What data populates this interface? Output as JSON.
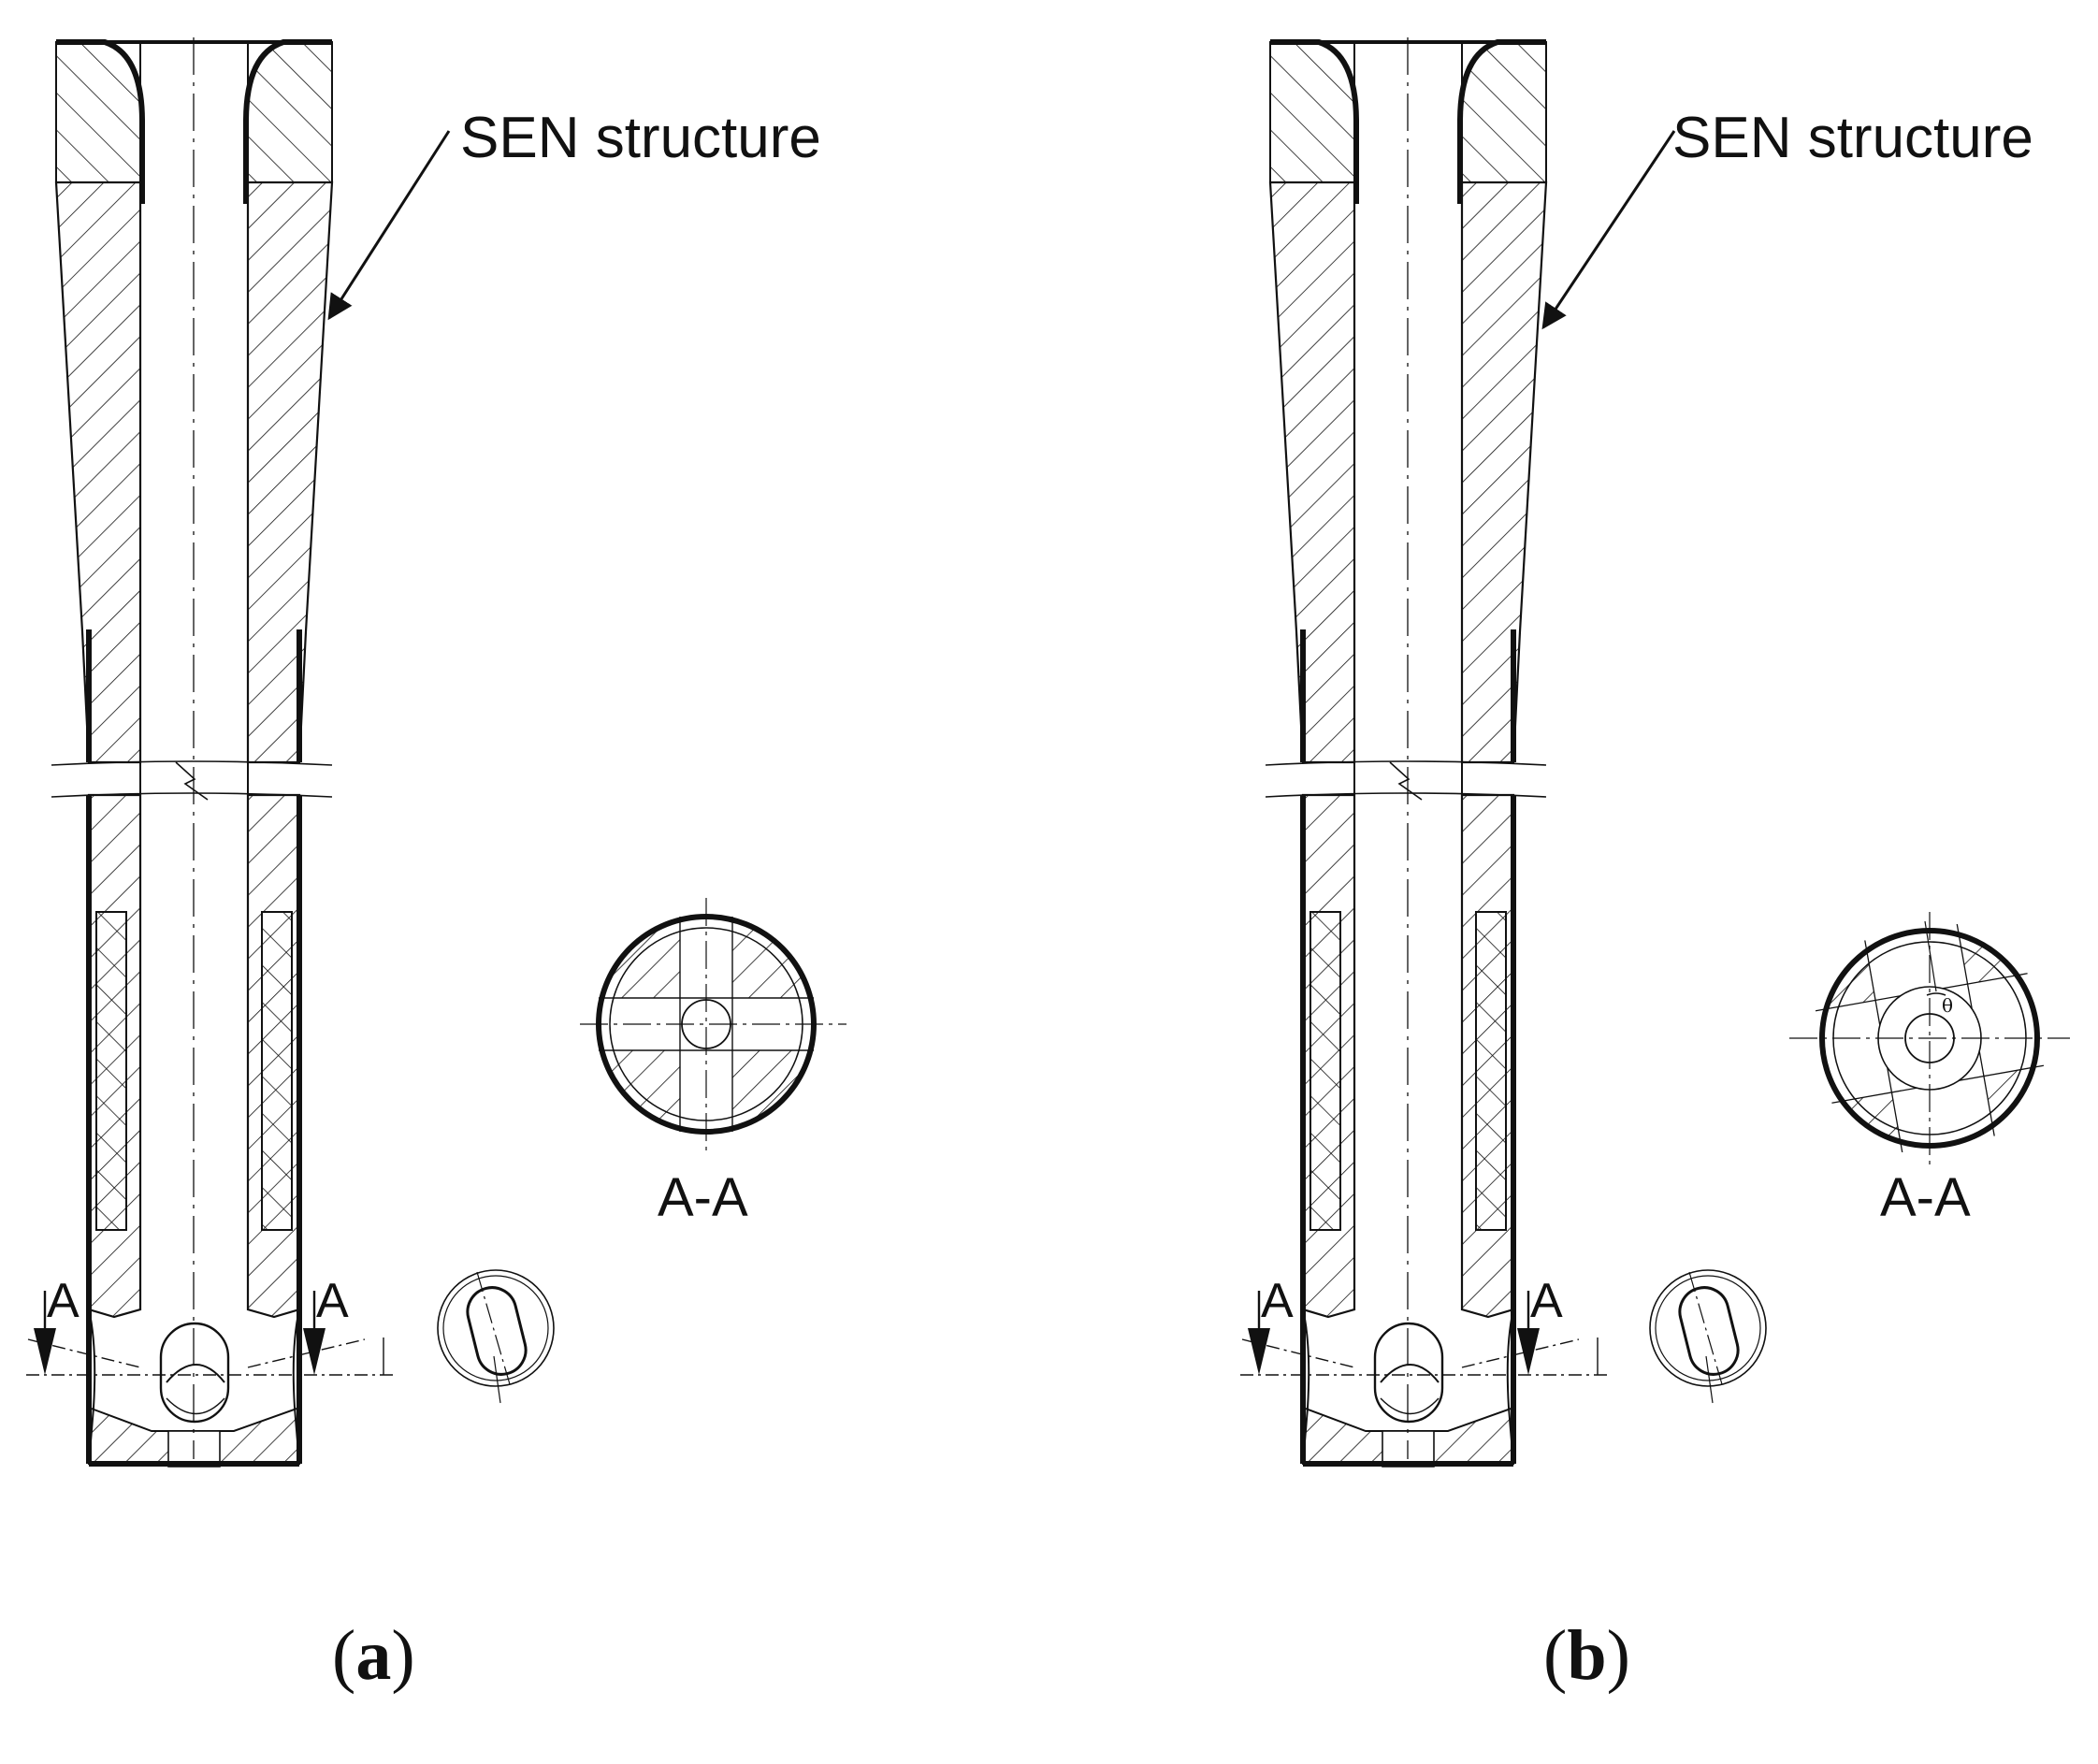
{
  "figure": {
    "panels": [
      {
        "id": "a",
        "callout": "SEN structure",
        "section_label": "A-A",
        "cut_marks": [
          "A",
          "A"
        ],
        "panel_label": {
          "open": "(",
          "letter": "a",
          "close": ")"
        },
        "angle_symbol": ""
      },
      {
        "id": "b",
        "callout": "SEN structure",
        "section_label": "A-A",
        "cut_marks": [
          "A",
          "A"
        ],
        "panel_label": {
          "open": "(",
          "letter": "b",
          "close": ")"
        },
        "angle_symbol": "θ"
      }
    ]
  },
  "style": {
    "line": "#111111",
    "background": "#ffffff"
  },
  "icons": {
    "pointer": "arrow-icon",
    "cut_mark": "section-arrow-icon"
  }
}
